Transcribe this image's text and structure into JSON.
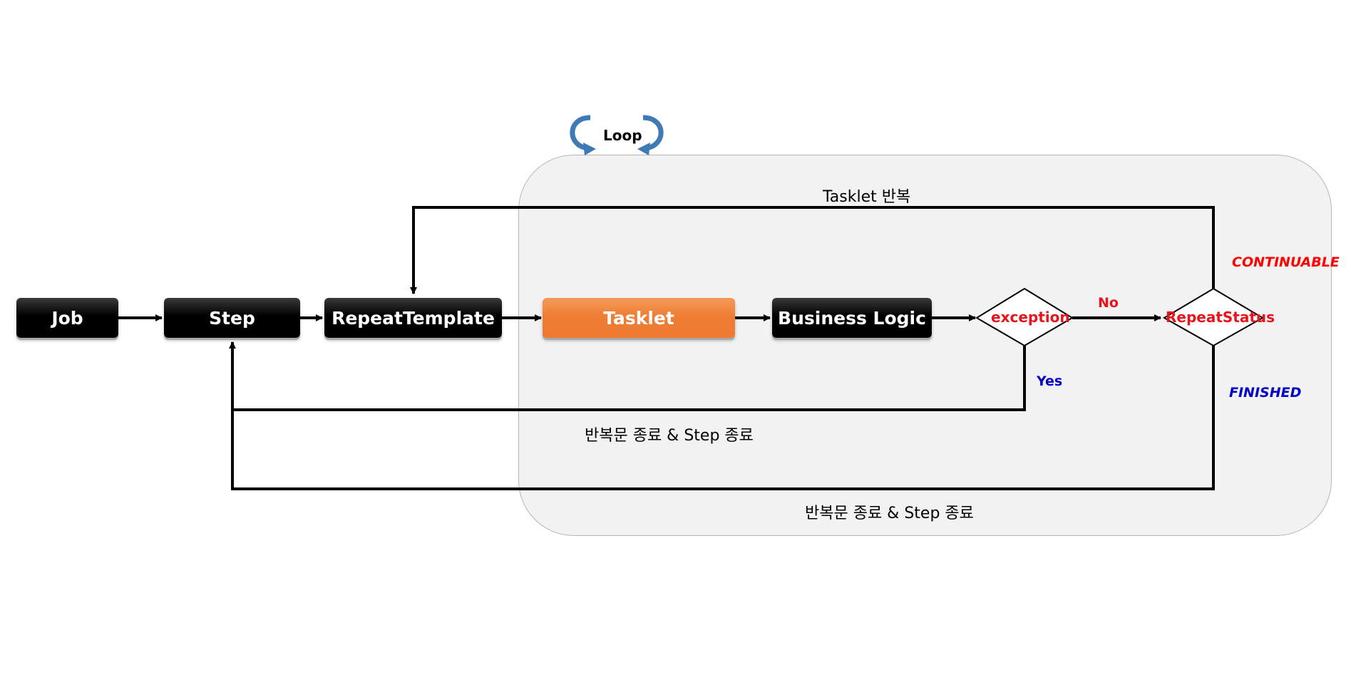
{
  "boxes": {
    "job": "Job",
    "step": "Step",
    "repeat_template": "RepeatTemplate",
    "tasklet": "Tasklet",
    "business_logic": "Business Logic"
  },
  "decisions": {
    "exception": "exception",
    "repeat_status": "RepeatStatus"
  },
  "loop_label": "Loop",
  "edge_labels": {
    "tasklet_repeat": "Tasklet  반복",
    "no": "No",
    "yes": "Yes",
    "end_from_exception": "반복문 종료  & Step  종료",
    "end_from_status": "반복문 종료  & Step  종료"
  },
  "statuses": {
    "continuable": "CONTINUABLE",
    "finished": "FINISHED"
  },
  "colors": {
    "box_dark": "#000000",
    "box_orange": "#ef7d33",
    "loop_region": "#f2f2f2",
    "status_red": "#ff0000",
    "status_blue": "#0000cc",
    "loop_arrow": "#3e7bb6"
  },
  "icons": {
    "loop": "circular-loop-arrows-icon"
  }
}
